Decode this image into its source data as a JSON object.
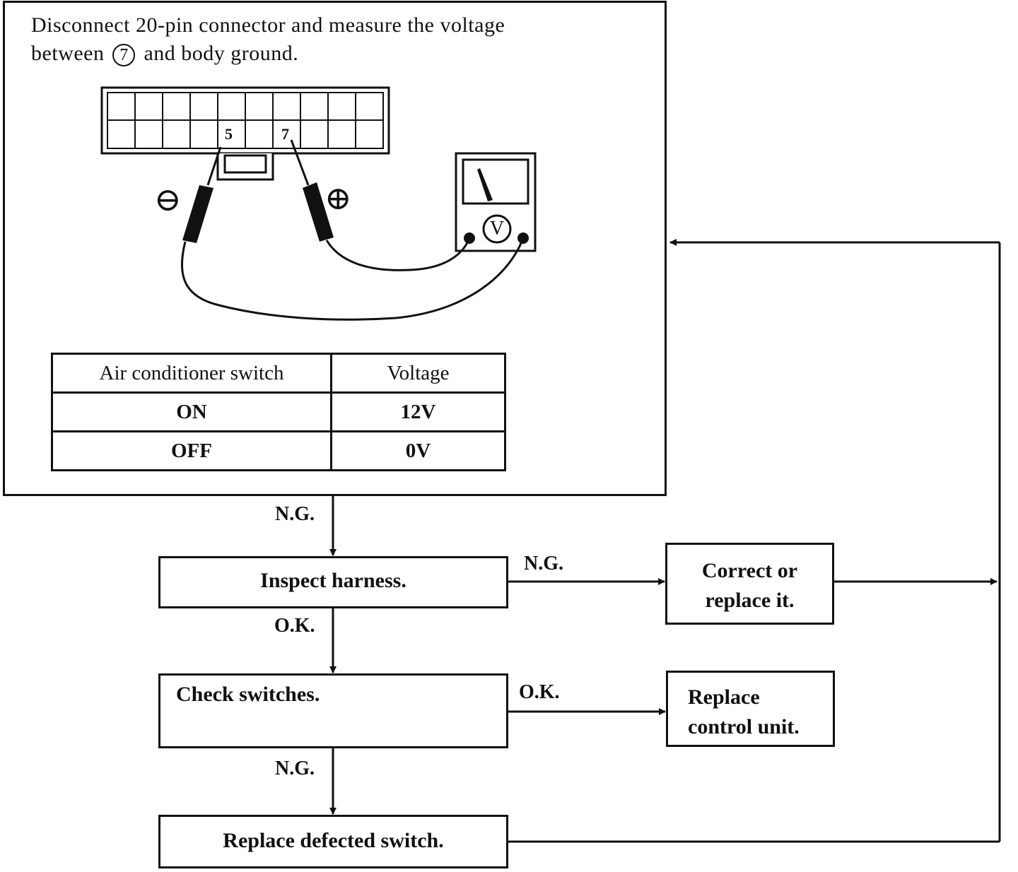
{
  "instruction": {
    "line1": "Disconnect 20-pin connector and measure the voltage",
    "line2_pre": "between",
    "pin_number": "7",
    "line2_post": "and body ground."
  },
  "connector": {
    "pin_labels": [
      "5",
      "7"
    ]
  },
  "probes": {
    "negative_symbol": "⊖",
    "positive_symbol": "⊕"
  },
  "voltmeter": {
    "symbol": "V"
  },
  "voltage_table": {
    "headers": [
      "Air conditioner switch",
      "Voltage"
    ],
    "rows": [
      {
        "switch": "ON",
        "voltage": "12V"
      },
      {
        "switch": "OFF",
        "voltage": "0V"
      }
    ]
  },
  "flow": {
    "label_top_ng": "N.G.",
    "inspect_harness": "Inspect harness.",
    "label_harness_ng": "N.G.",
    "correct_replace_line1": "Correct or",
    "correct_replace_line2": "replace it.",
    "label_harness_ok": "O.K.",
    "check_switches": "Check switches.",
    "label_switch_ok": "O.K.",
    "replace_cu_line1": "Replace",
    "replace_cu_line2": "control unit.",
    "label_switch_ng": "N.G.",
    "replace_switch": "Replace defected switch."
  }
}
